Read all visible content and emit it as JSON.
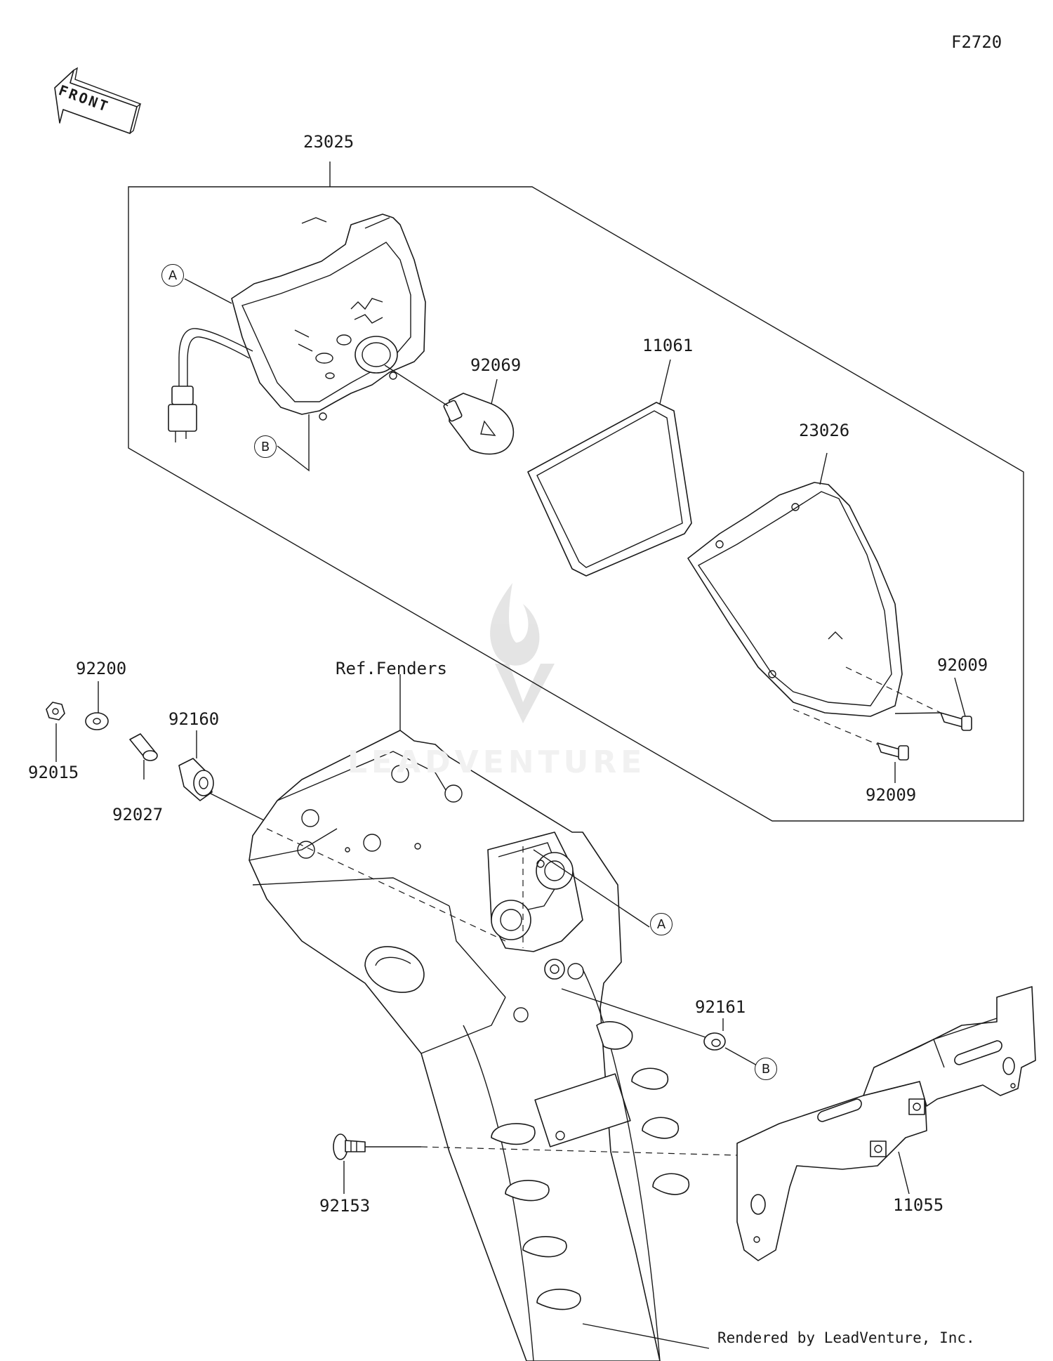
{
  "figure_id": "F2720",
  "front_label": "FRONT",
  "ref_label": "Ref.Fenders",
  "credit": "Rendered by LeadVenture, Inc.",
  "watermark": "LEADVENTURE",
  "callouts": {
    "a": "A",
    "b": "B"
  },
  "parts": {
    "p23025": "23025",
    "p92069": "92069",
    "p11061": "11061",
    "p23026": "23026",
    "p92009_upper": "92009",
    "p92009_lower": "92009",
    "p92200": "92200",
    "p92015": "92015",
    "p92027": "92027",
    "p92160": "92160",
    "p92161": "92161",
    "p92153": "92153",
    "p11055": "11055"
  }
}
